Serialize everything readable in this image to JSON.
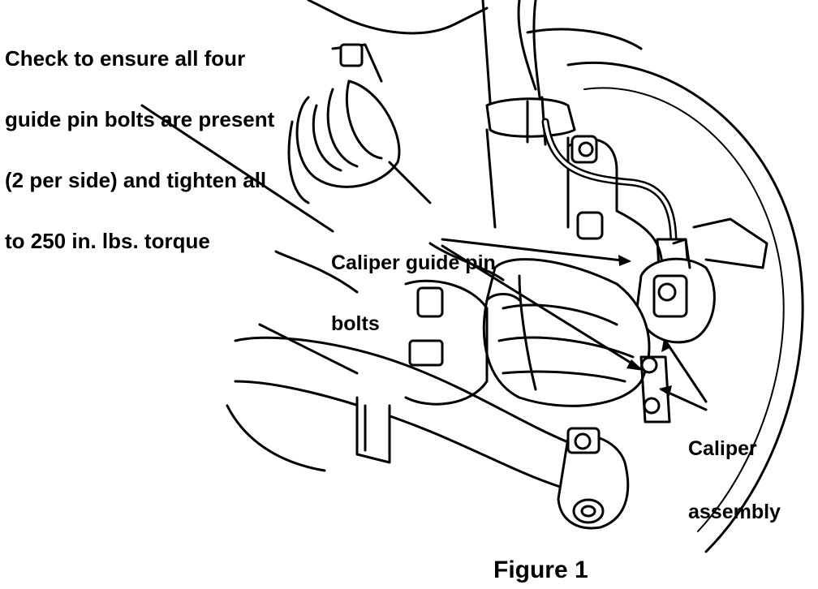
{
  "callouts": {
    "inspection_note": [
      "Check to ensure all four",
      "guide pin bolts are present",
      "(2 per side) and tighten all",
      "to 250 in. lbs. torque"
    ],
    "guide_pin_bolts": [
      "Caliper guide pin",
      "bolts"
    ],
    "caliper_assembly": [
      "Caliper",
      "assembly"
    ]
  },
  "caption": "Figure 1"
}
